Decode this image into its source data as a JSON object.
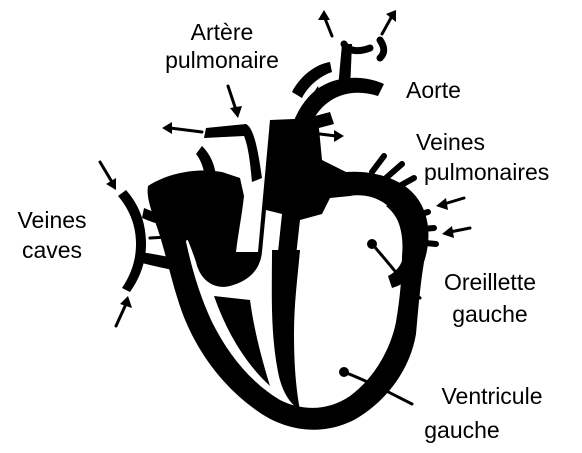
{
  "labels": {
    "artery_line1": "Artère",
    "artery_line2": "pulmonaire",
    "aorta": "Aorte",
    "pulm_veins_line1": "Veines",
    "pulm_veins_line2": "pulmonaires",
    "venae_cavae_line1": "Veines",
    "venae_cavae_line2": "caves",
    "left_atrium_line1": "Oreillette",
    "left_atrium_line2": "gauche",
    "left_ventricle_line1": "Ventricule",
    "left_ventricle_line2": "gauche"
  },
  "colors": {
    "ink": "#000000",
    "background": "#ffffff"
  }
}
